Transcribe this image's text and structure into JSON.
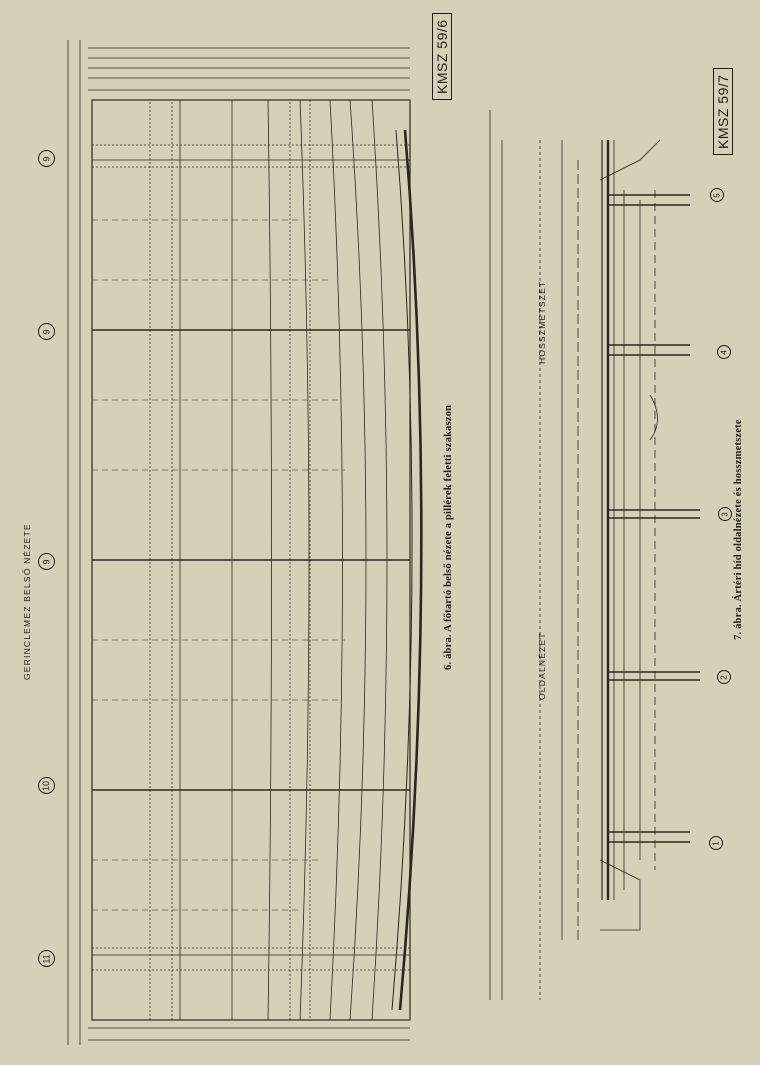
{
  "sheet": {
    "fig6": {
      "stamp": "KMSZ 59/6",
      "caption": "6. ábra. A főtartó belső nézete a pillérek feletti szakaszon",
      "view_label": "GERINCLEMEZ  BELSŐ NÉZETE",
      "axes": [
        "9",
        "9",
        "9",
        "10",
        "11"
      ]
    },
    "fig7": {
      "stamp": "KMSZ 59/7",
      "caption": "7. ábra. Ártéri híd oldalnézete és hosszmetszete",
      "side_label": "OLDALNÉZET",
      "section_label": "HOSSZMETSZET",
      "supports": [
        "1",
        "2",
        "3",
        "4",
        "5"
      ]
    }
  }
}
